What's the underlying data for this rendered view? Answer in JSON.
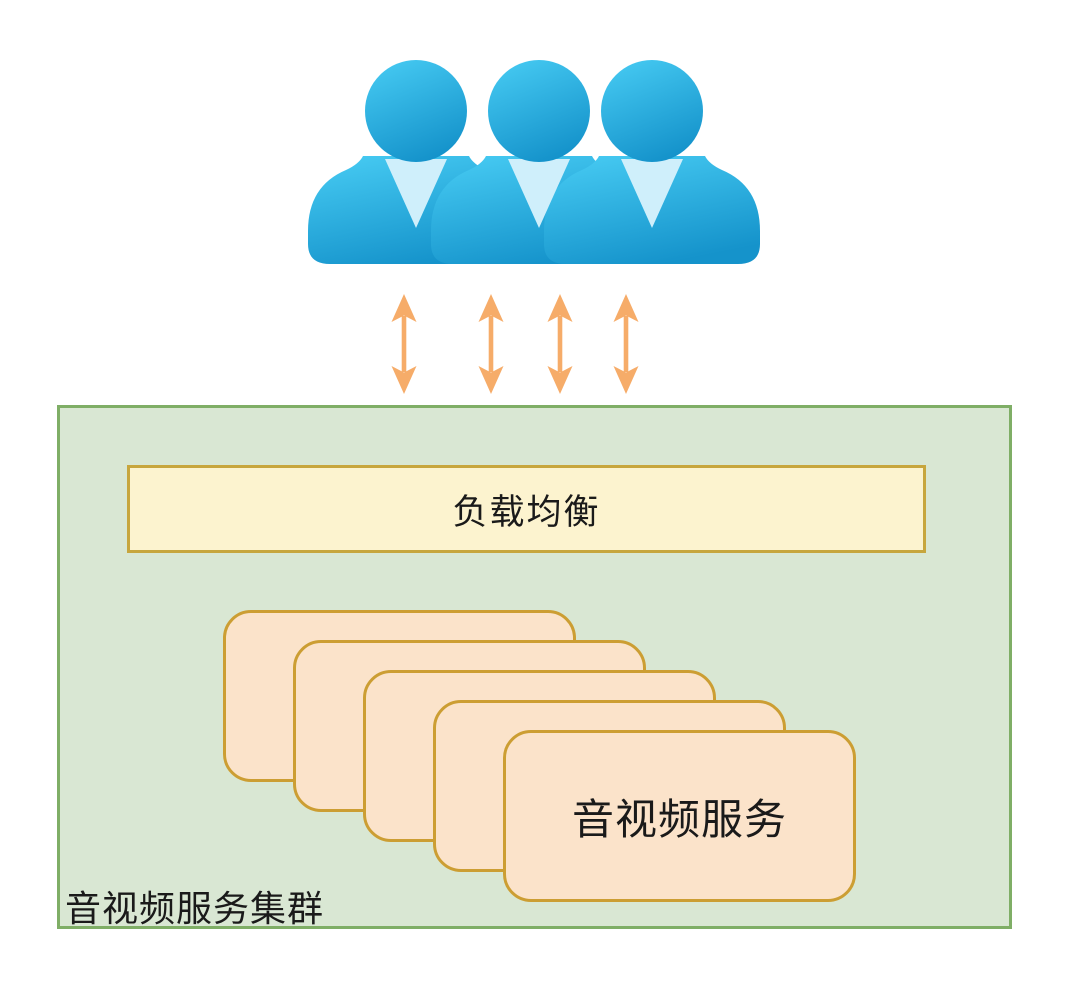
{
  "users_group": {
    "icon": "users-group-icon",
    "person_count": 3
  },
  "link_arrows": {
    "icon": "double-headed-vertical-arrow-icon",
    "count": 4
  },
  "cluster_box": {
    "label": "音视频服务集群"
  },
  "load_balancer": {
    "label": "负载均衡"
  },
  "service_stack": {
    "card_count": 5,
    "front_card_label": "音视频服务"
  },
  "colors": {
    "person_gradient_top": "#46CAF2",
    "person_gradient_bottom": "#1593CB",
    "person_collar": "#CFEFFB",
    "arrow": "#F6AC69",
    "cluster_fill": "#D9E7D3",
    "cluster_border": "#7FAE66",
    "load_balancer_fill": "#FCF3CF",
    "load_balancer_border": "#C7A63D",
    "card_fill": "#FBE3CA",
    "card_border": "#CC9E33",
    "text": "#1A1A1A",
    "background": "#FFFFFF"
  }
}
